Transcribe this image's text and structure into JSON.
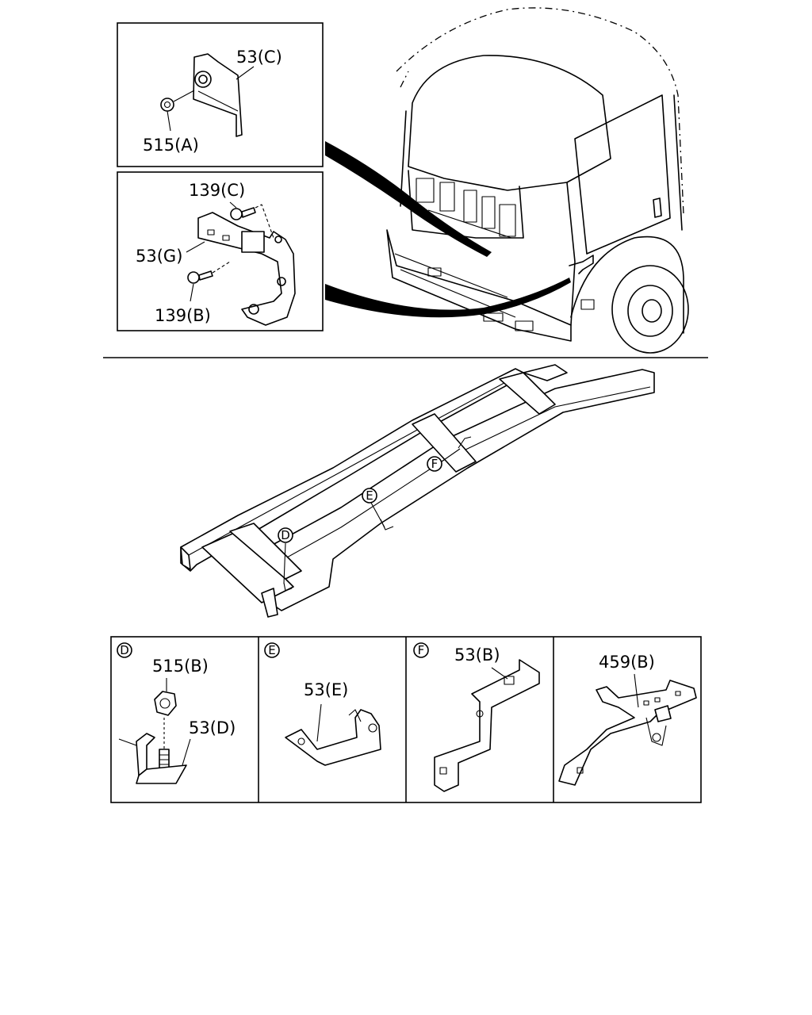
{
  "detail_top": {
    "label_53c": "53(C)",
    "label_515a": "515(A)"
  },
  "detail_mid": {
    "label_139c": "139(C)",
    "label_53g": "53(G)",
    "label_139b": "139(B)"
  },
  "frame": {
    "callout_d": "D",
    "callout_e": "E",
    "callout_f": "F"
  },
  "panels": [
    {
      "letter": "D",
      "labels": [
        "515(B)",
        "53(D)"
      ]
    },
    {
      "letter": "E",
      "labels": [
        "53(E)"
      ]
    },
    {
      "letter": "F",
      "labels": [
        "53(B)"
      ]
    },
    {
      "letter": "",
      "labels": [
        "459(B)"
      ]
    }
  ]
}
